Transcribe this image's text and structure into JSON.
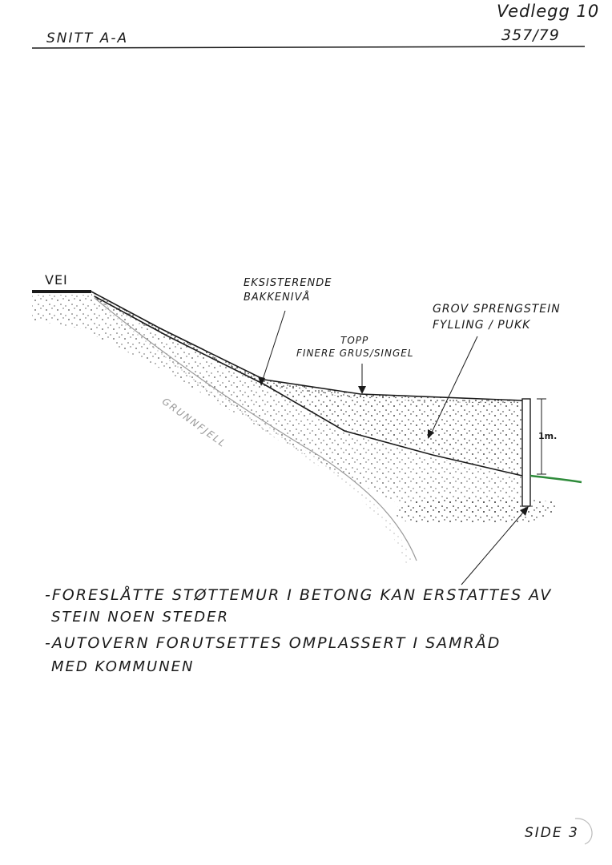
{
  "header": {
    "title": "SNITT A-A",
    "attachment": "Vedlegg 10",
    "reference": "357/79"
  },
  "labels": {
    "road": "VEI",
    "existing_ground_line1": "EKSISTERENDE",
    "existing_ground_line2": "BAKKENIVÅ",
    "coarse_fill_line1": "GROV SPRENGSTEIN",
    "coarse_fill_line2": "FYLLING / PUKK",
    "top_line1": "TOPP",
    "top_line2": "FINERE GRUS/SINGEL",
    "bedrock": "GRUNNFJELL",
    "dimension": "1m."
  },
  "notes": [
    {
      "line1": "-FORESLÅTTE STØTTEMUR I BETONG KAN ERSTATTES AV",
      "line2": "STEIN NOEN STEDER"
    },
    {
      "line1": "-AUTOVERN FORUTSETTES OMPLASSERT I SAMRÅD",
      "line2": "MED KOMMUNEN"
    }
  ],
  "footer": {
    "page": "SIDE 3"
  },
  "colors": {
    "ink": "#1a1a1a",
    "bedrock": "#9a9a9a",
    "terrain": "#2e8b3a"
  }
}
